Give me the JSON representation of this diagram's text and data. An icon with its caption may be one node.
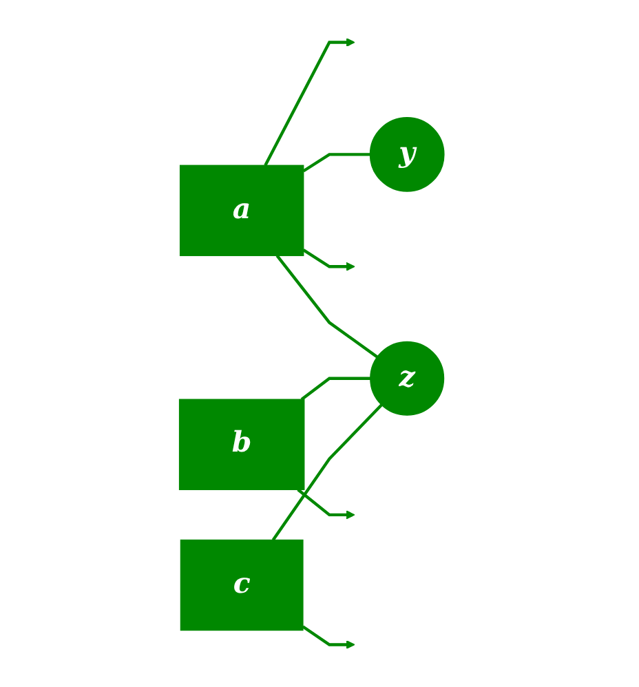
{
  "diagram": {
    "nodes": [
      {
        "text": [
          "a"
        ]
      },
      {
        "text": [
          "y"
        ]
      },
      {
        "text": [
          "b"
        ]
      },
      {
        "text": [
          "z"
        ]
      },
      {
        "text": [
          "c"
        ]
      }
    ],
    "edges": [
      {
        "from": 0,
        "to": null,
        "arrow": "to"
      },
      {
        "from": 0,
        "to": 1,
        "arrow": "none"
      },
      {
        "from": 0,
        "to": null,
        "arrow": "to"
      },
      {
        "from": 0,
        "to": 3,
        "arrow": "none"
      },
      {
        "from": 2,
        "to": 3,
        "arrow": "none"
      },
      {
        "from": 2,
        "to": null,
        "arrow": "to"
      },
      {
        "from": 4,
        "to": 3,
        "arrow": "none"
      },
      {
        "from": 4,
        "to": null,
        "arrow": "to"
      }
    ]
  }
}
